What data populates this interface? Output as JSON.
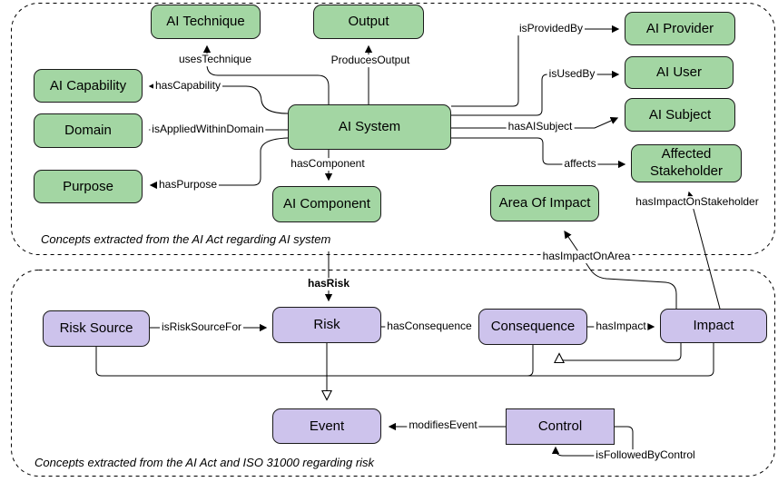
{
  "figure": {
    "groups": {
      "ai_system_concepts": {
        "caption": "Concepts extracted from the AI Act regarding AI system"
      },
      "risk_concepts": {
        "caption": "Concepts extracted from the AI Act and ISO 31000 regarding risk"
      }
    },
    "nodes": {
      "ai_technique": "AI Technique",
      "output": "Output",
      "ai_provider": "AI Provider",
      "ai_user": "AI User",
      "ai_subject": "AI Subject",
      "ai_capability": "AI Capability",
      "domain": "Domain",
      "ai_system": "AI System",
      "purpose": "Purpose",
      "ai_component": "AI Component",
      "affected_stakeholder_line1": "Affected",
      "affected_stakeholder_line2": "Stakeholder",
      "area_of_impact": "Area Of Impact",
      "risk_source": "Risk Source",
      "risk": "Risk",
      "consequence": "Consequence",
      "impact": "Impact",
      "event": "Event",
      "control": "Control"
    },
    "edges": {
      "uses_technique": "usesTechnique",
      "produces_output": "ProducesOutput",
      "is_provided_by": "isProvidedBy",
      "is_used_by": "isUsedBy",
      "has_ai_subject": "hasAISubject",
      "affects": "affects",
      "has_capability": "hasCapability",
      "is_applied_within_domain": "isAppliedWithinDomain",
      "has_purpose": "hasPurpose",
      "has_component": "hasComponent",
      "has_impact_on_stakeholder": "hasImpactOnStakeholder",
      "has_impact_on_area": "hasImpactOnArea",
      "has_risk": "hasRisk",
      "is_risk_source_for": "isRiskSourceFor",
      "has_consequence": "hasConsequence",
      "has_impact": "hasImpact",
      "modifies_event": "modifiesEvent",
      "is_followed_by_control": "isFollowedByControl"
    },
    "colors": {
      "concept_fill": "#a3d6a3",
      "risk_fill": "#cdc3ec",
      "node_stroke": "#1a1a1a",
      "edge_stroke": "#000000"
    }
  }
}
